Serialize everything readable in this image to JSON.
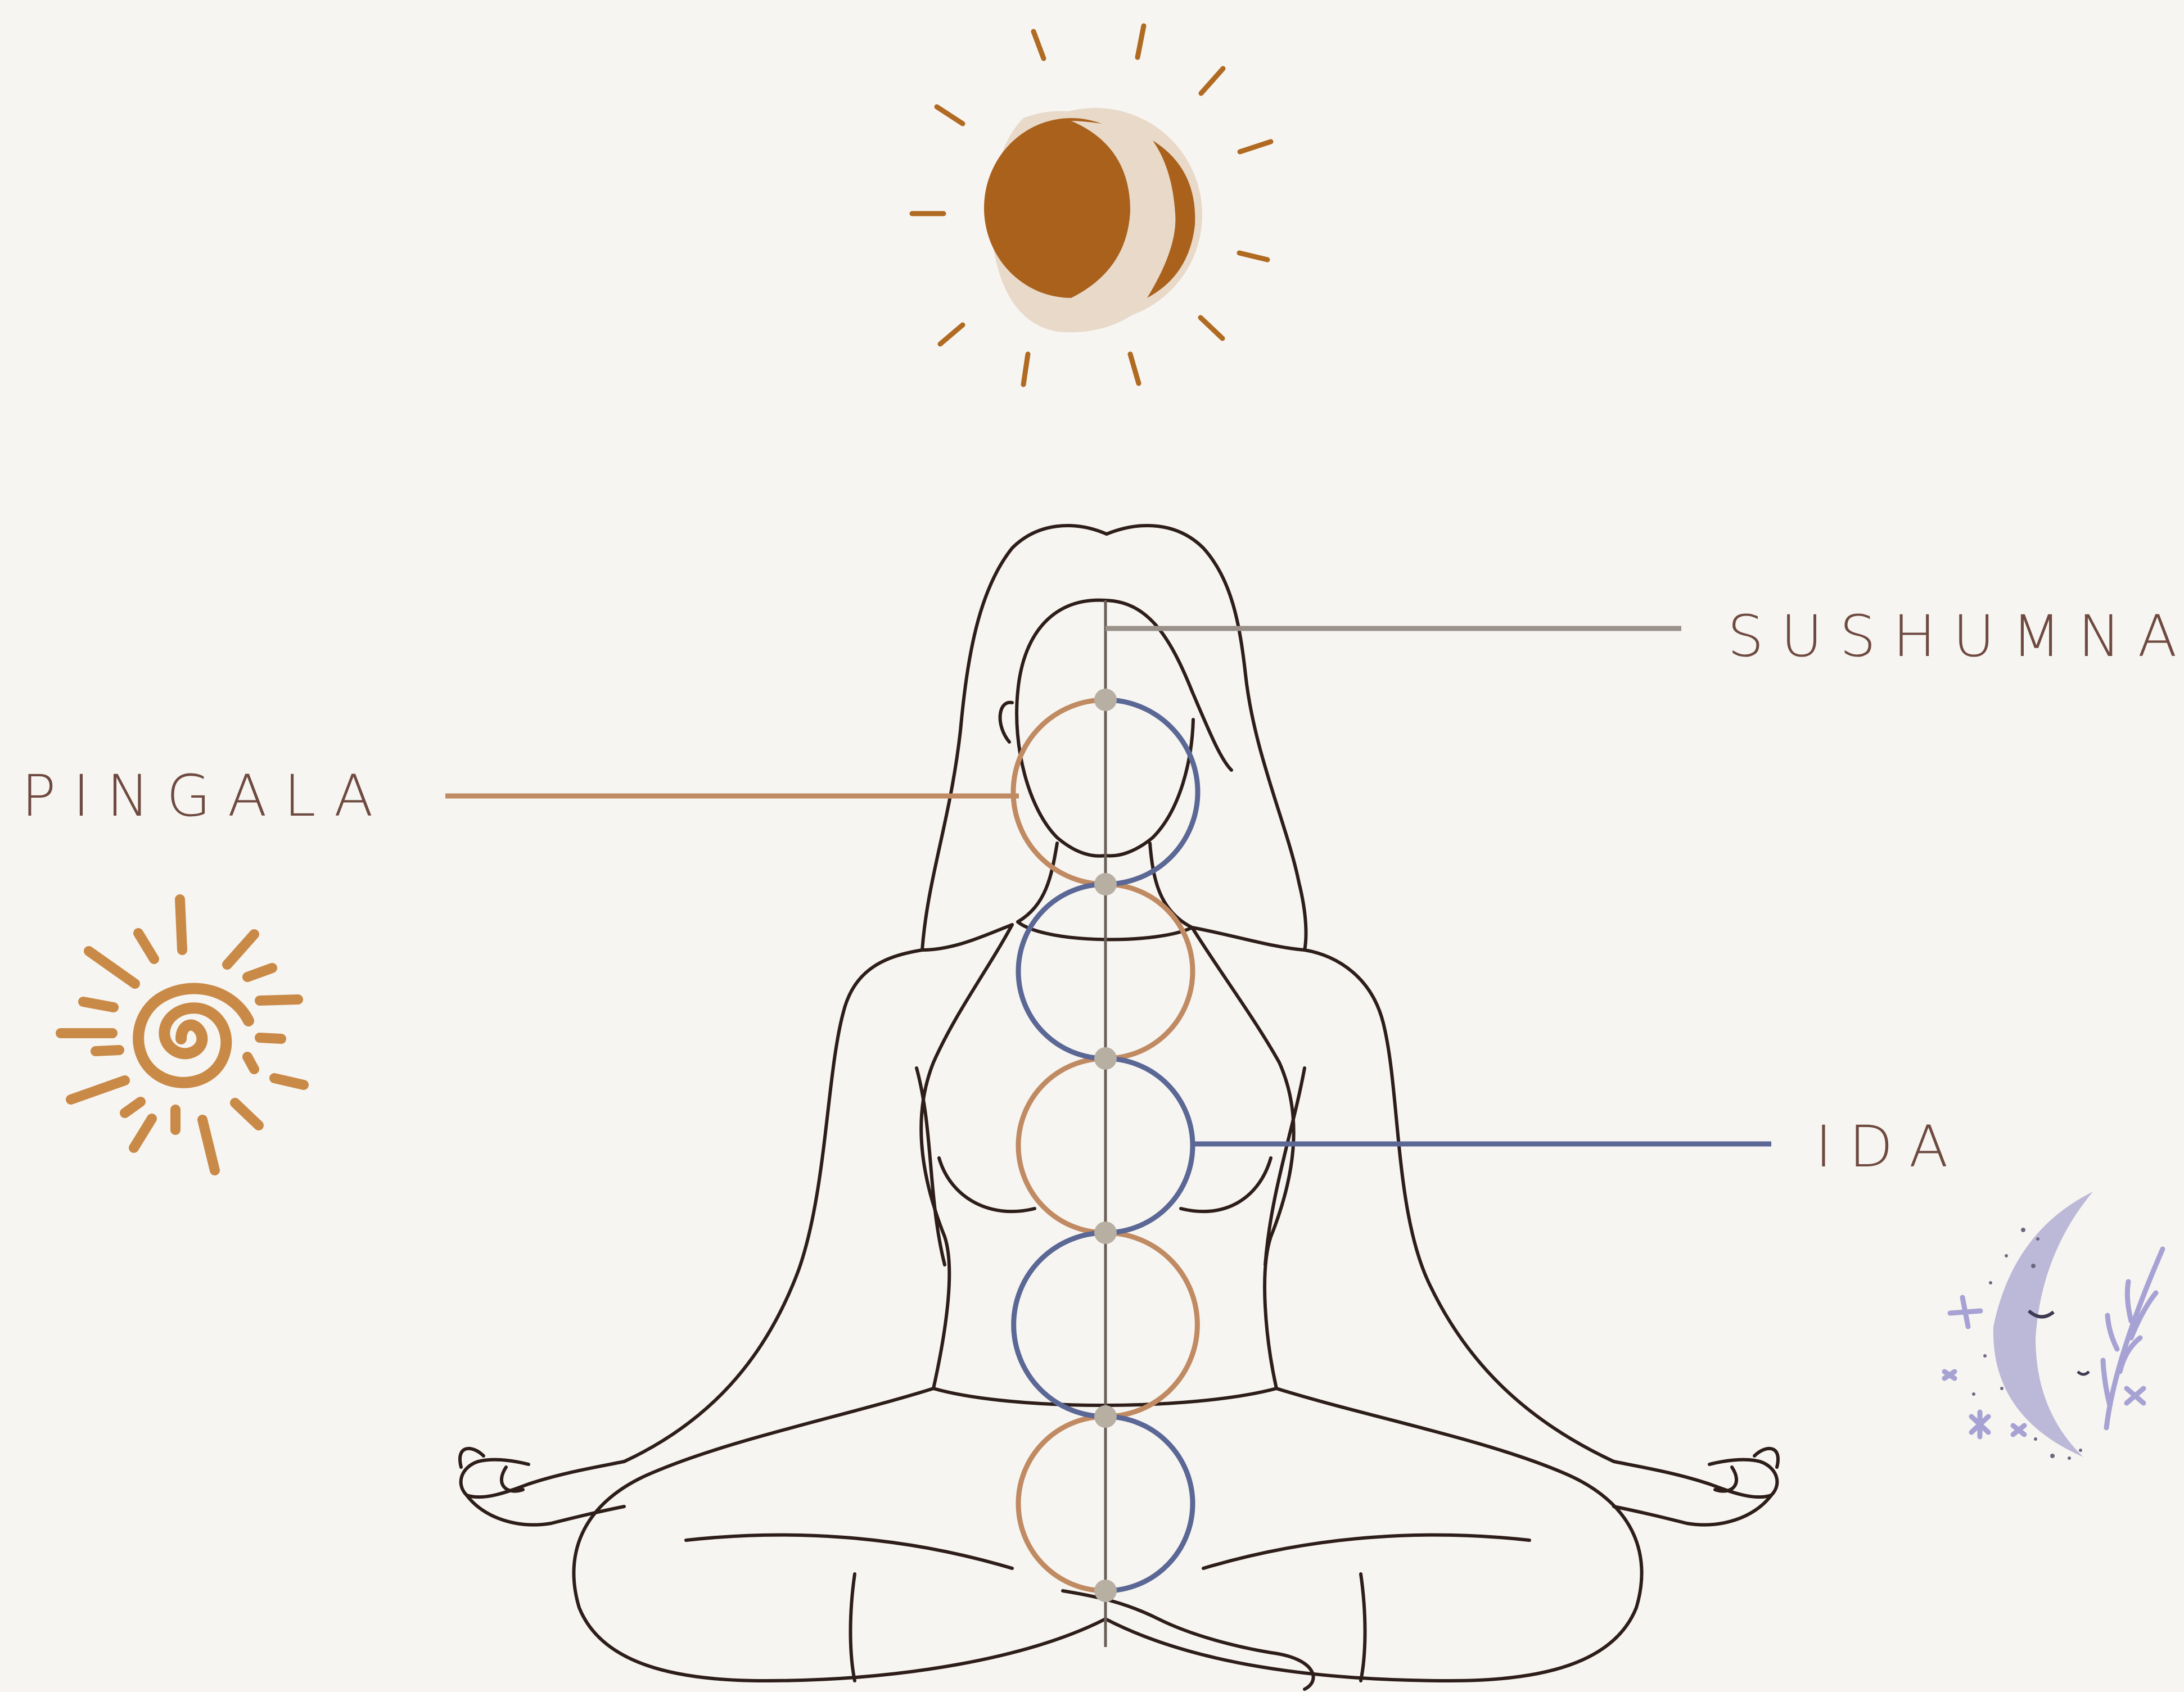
{
  "labels": {
    "sushumna": "SUSHUMNA",
    "pingala": "PINGALA",
    "ida": "IDA"
  },
  "icons": {
    "top": "eclipse-sun-moon-icon",
    "left": "spiral-sun-icon",
    "right": "crescent-moon-face-icon"
  },
  "colors": {
    "background": "#f7f5f1",
    "pingala": "#c08a62",
    "ida": "#5b6795",
    "sushumna": "#9a918b",
    "label_text": "#6e4a40",
    "body_outline": "#2e1e1a",
    "node": "#b6afa2",
    "sun": "#c98a48",
    "eclipse_dark": "#a9611c",
    "eclipse_light": "#e8d9c9",
    "moon": "#bcb8d8"
  }
}
